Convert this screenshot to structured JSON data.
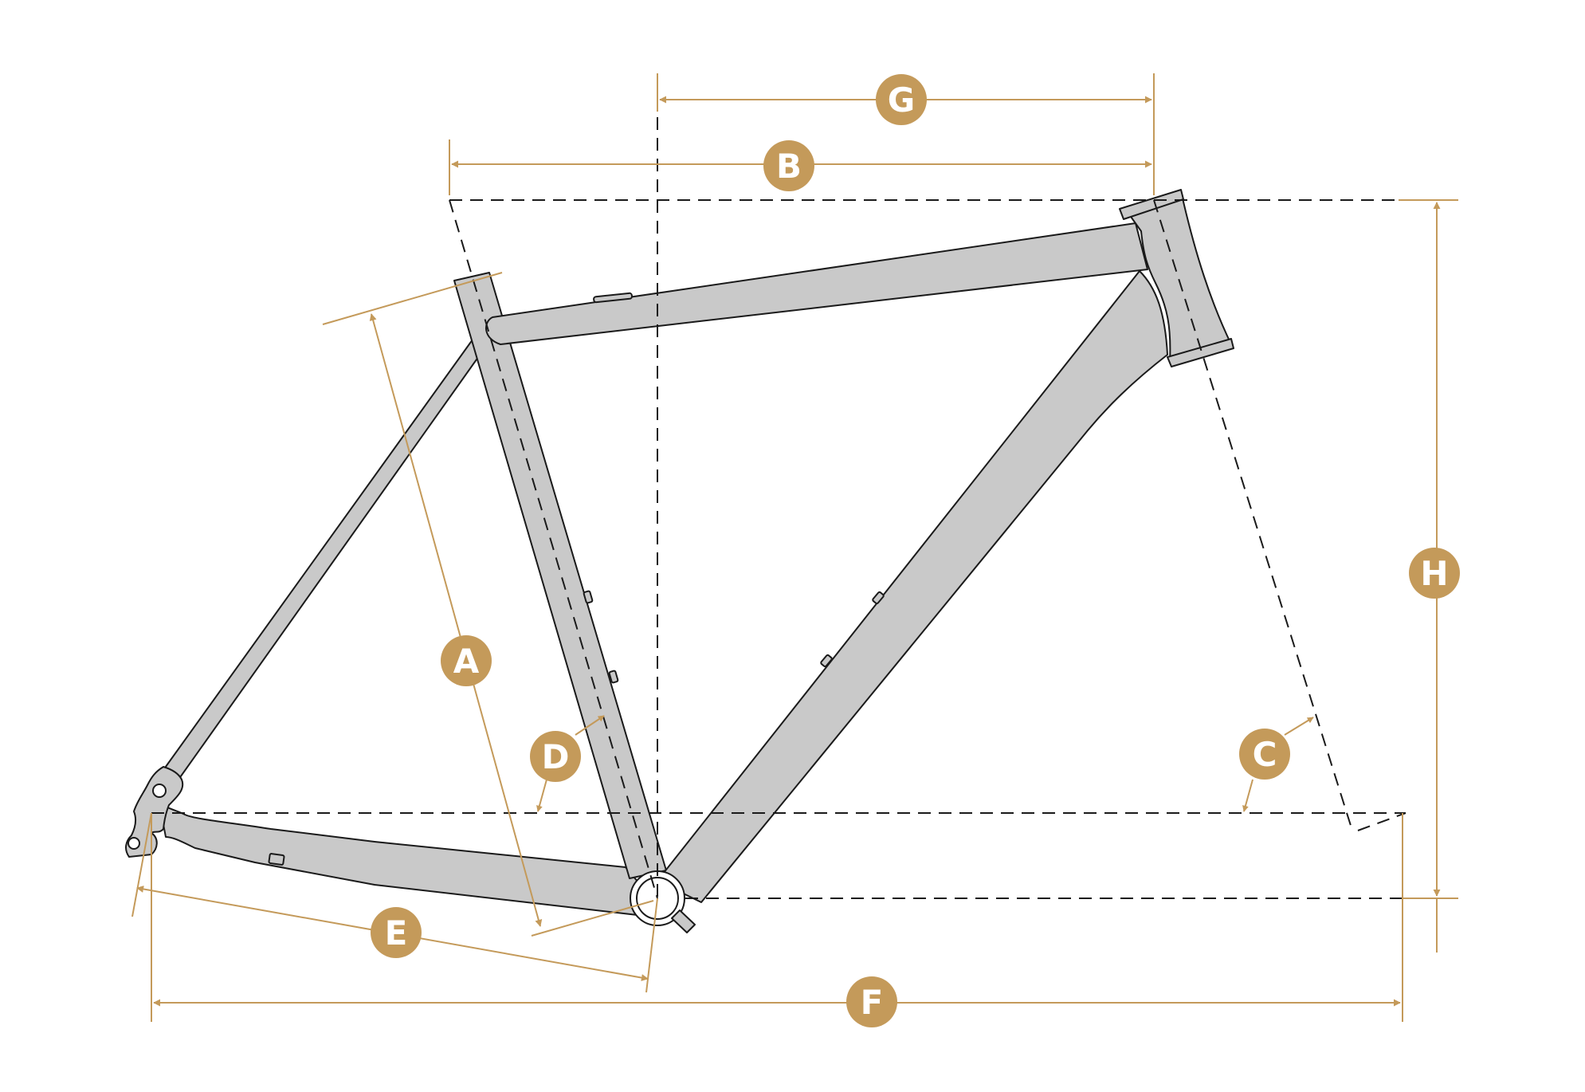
{
  "colors": {
    "dimension": "#c49a5a",
    "tube_fill": "#c9c9c9",
    "outline": "#1a1a1a",
    "background": "#ffffff"
  },
  "labels": {
    "A": "A",
    "B": "B",
    "C": "C",
    "D": "D",
    "E": "E",
    "F": "F",
    "G": "G",
    "H": "H"
  }
}
